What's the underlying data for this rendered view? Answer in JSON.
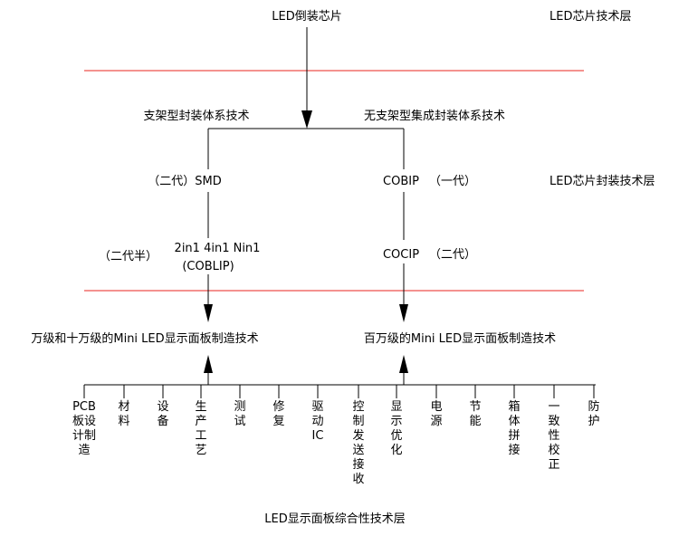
{
  "top_chip": "LED倒装芯片",
  "layers": {
    "chip": "LED芯片技术层",
    "package": "LED芯片封装技术层",
    "integrated": "LED显示面板综合性技术层"
  },
  "branches": {
    "left_title": "支架型封装体系技术",
    "right_title": "无支架型集成封装体系技术"
  },
  "left_column": {
    "gen_label": "（二代）SMD",
    "half_gen": "（二代半）",
    "products_line1": "2in1 4in1 Nin1",
    "products_line2": "(COBLIP)"
  },
  "right_column": {
    "cobip": "COBIP",
    "cobip_gen": "（一代）",
    "cocip": "COCIP",
    "cocip_gen": "（二代）"
  },
  "targets": {
    "left": "万级和十万级的Mini LED显示面板制造技术",
    "right": "百万级的Mini LED显示面板制造技术"
  },
  "foundation_items": [
    "PCB板设计制造",
    "材料",
    "设备",
    "生产工艺",
    "测试",
    "修复",
    "驱动IC",
    "控制发送接收",
    "显示优化",
    "电源",
    "节能",
    "箱体拼接",
    "一致性校正",
    "防护"
  ],
  "colors": {
    "separator": "#e8251f",
    "line": "#000000"
  }
}
